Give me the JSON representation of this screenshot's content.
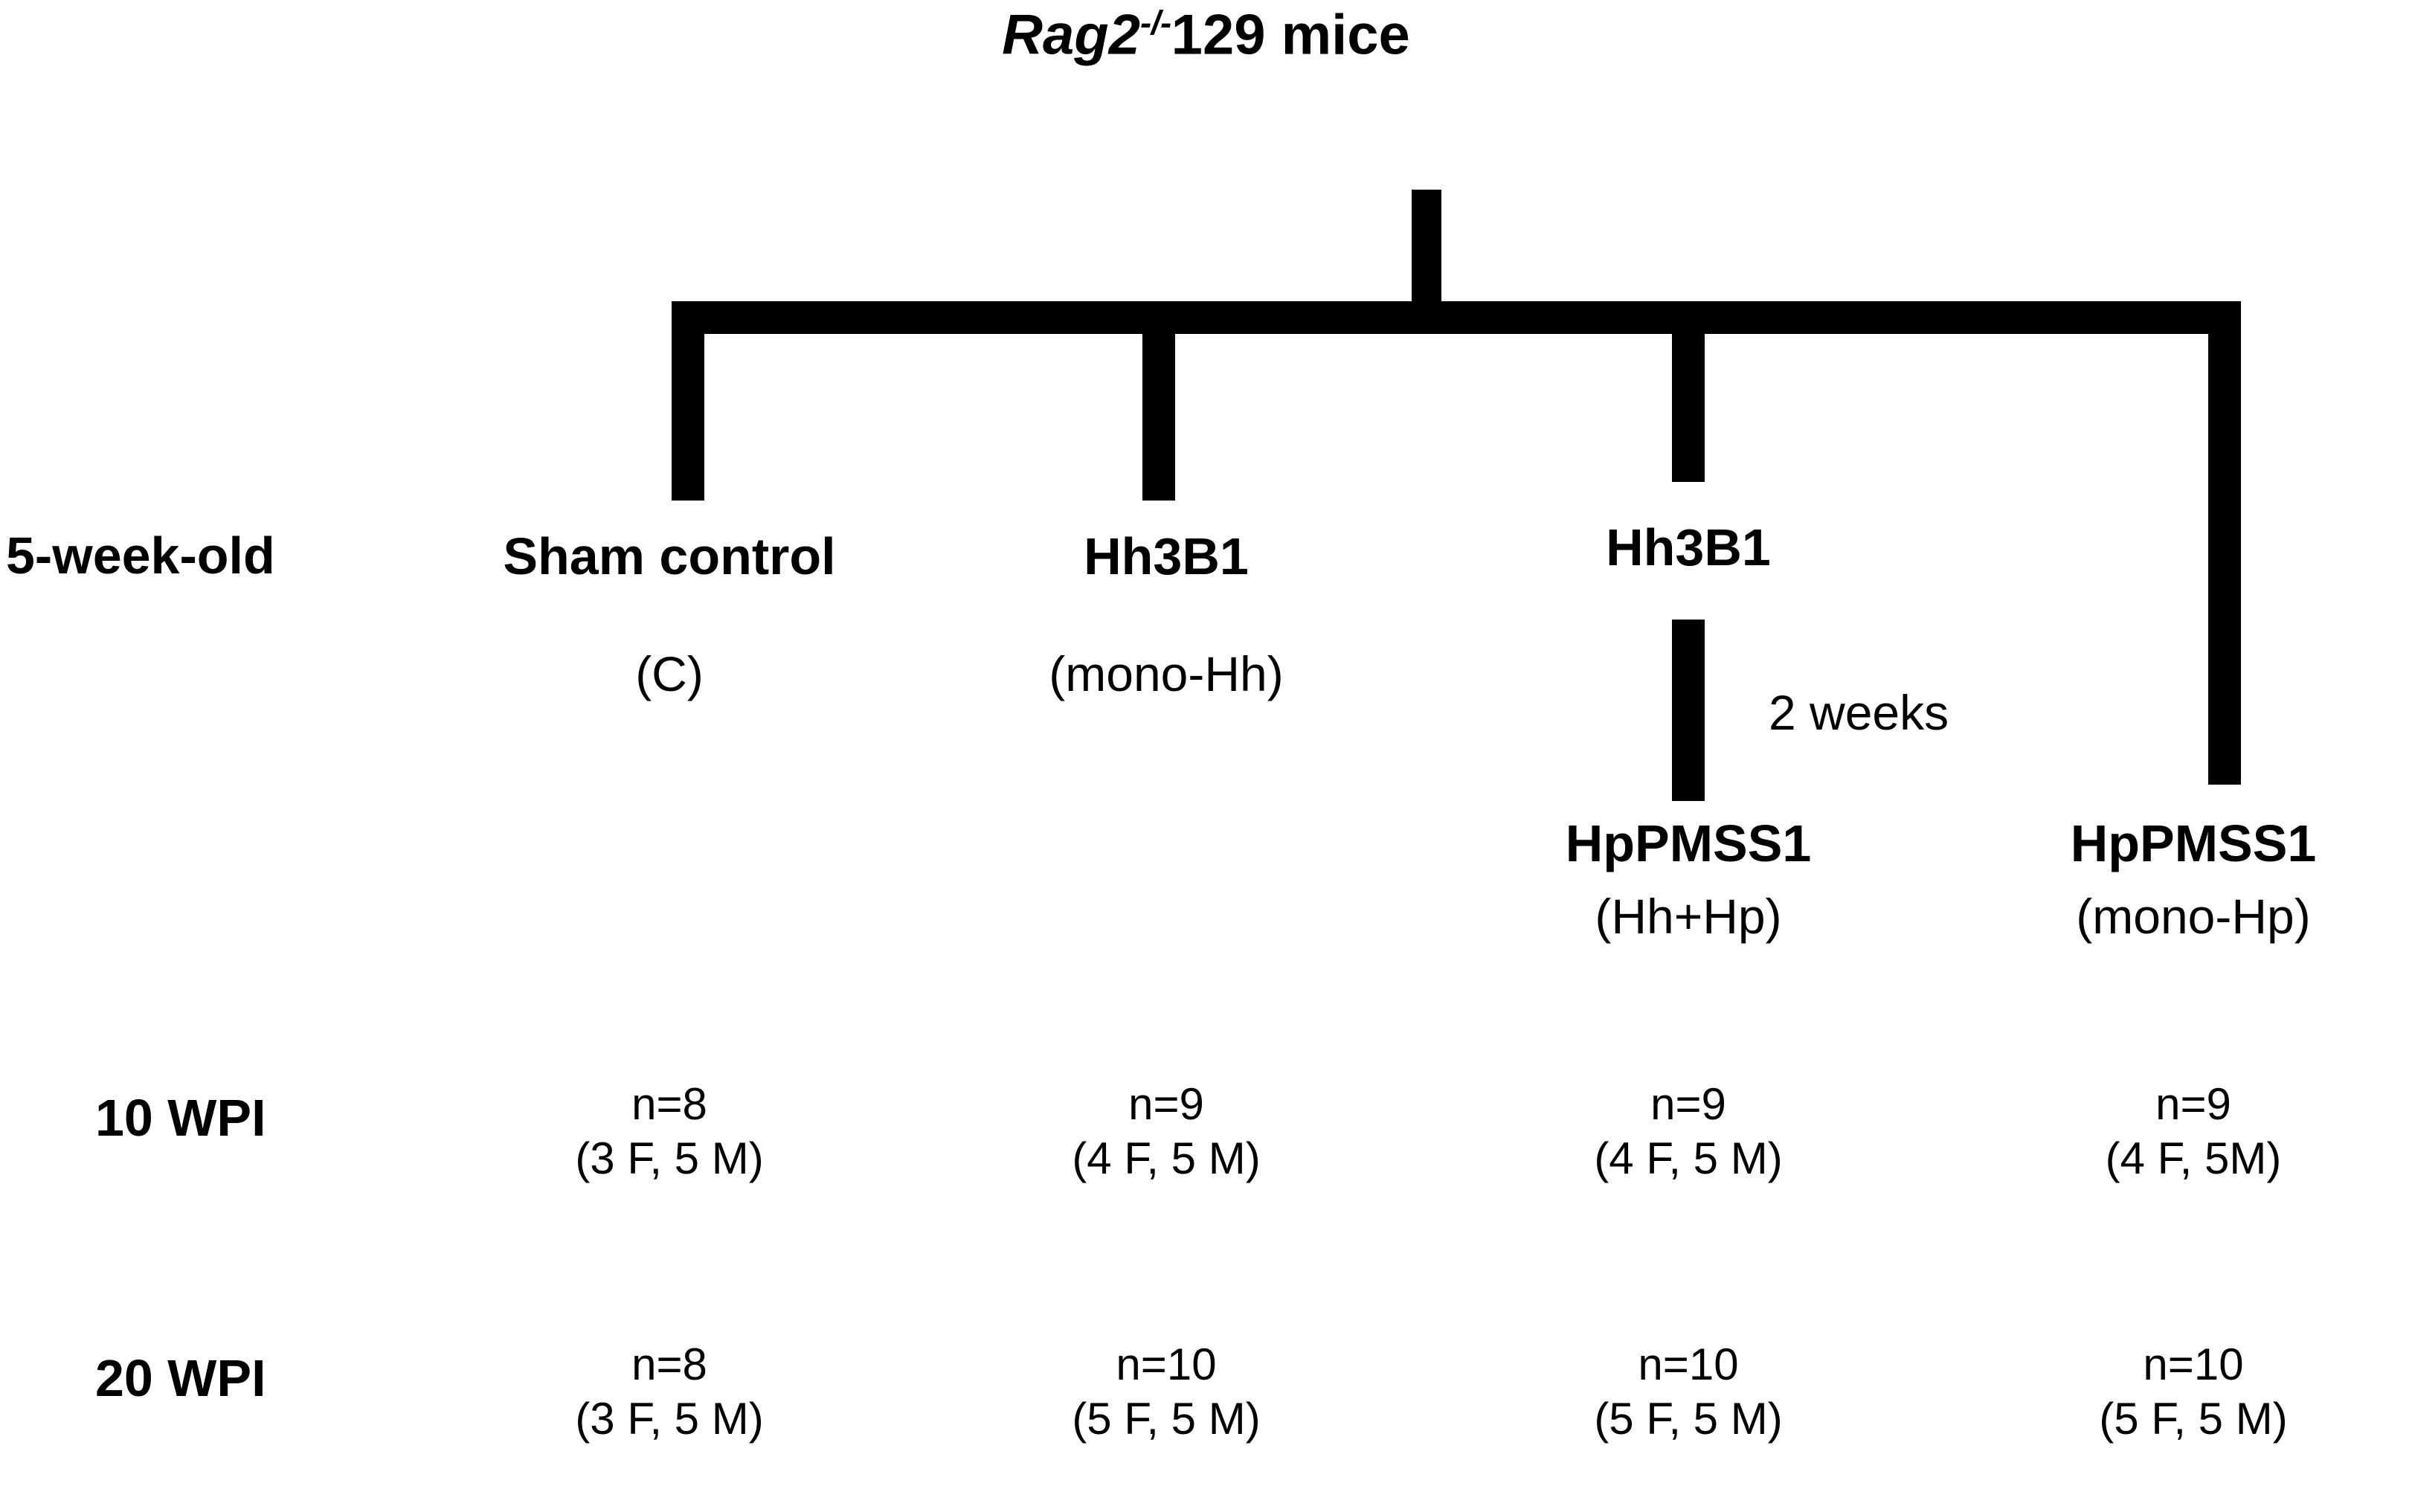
{
  "figure": {
    "title": {
      "gene": "Rag2",
      "superscript": "-/-",
      "rest": "129 mice"
    },
    "timepoint_label_5wk": "5-week-old",
    "interval_label": "2 weeks",
    "groups": [
      {
        "name": "Sham control",
        "abbrev": "(C)"
      },
      {
        "name": "Hh3B1",
        "abbrev": "(mono-Hh)"
      },
      {
        "name": "Hh3B1",
        "abbrev": ""
      },
      {
        "name": "HpPMSS1",
        "abbrev": "(mono-Hp)"
      }
    ],
    "second_infection": {
      "name": "HpPMSS1",
      "abbrev": "(Hh+Hp)"
    },
    "timepoints": [
      {
        "label": "10 WPI",
        "cells": [
          {
            "n": "n=8",
            "sex": "(3 F, 5 M)"
          },
          {
            "n": "n=9",
            "sex": "(4 F, 5 M)"
          },
          {
            "n": "n=9",
            "sex": "(4 F, 5 M)"
          },
          {
            "n": "n=9",
            "sex": "(4 F, 5M)"
          }
        ]
      },
      {
        "label": "20 WPI",
        "cells": [
          {
            "n": "n=8",
            "sex": "(3 F, 5 M)"
          },
          {
            "n": "n=10",
            "sex": "(5 F, 5 M)"
          },
          {
            "n": "n=10",
            "sex": "(5 F, 5 M)"
          },
          {
            "n": "n=10",
            "sex": "(5 F, 5 M)"
          }
        ]
      }
    ],
    "colors": {
      "line": "#000000",
      "text": "#000000",
      "background": "#ffffff"
    }
  }
}
